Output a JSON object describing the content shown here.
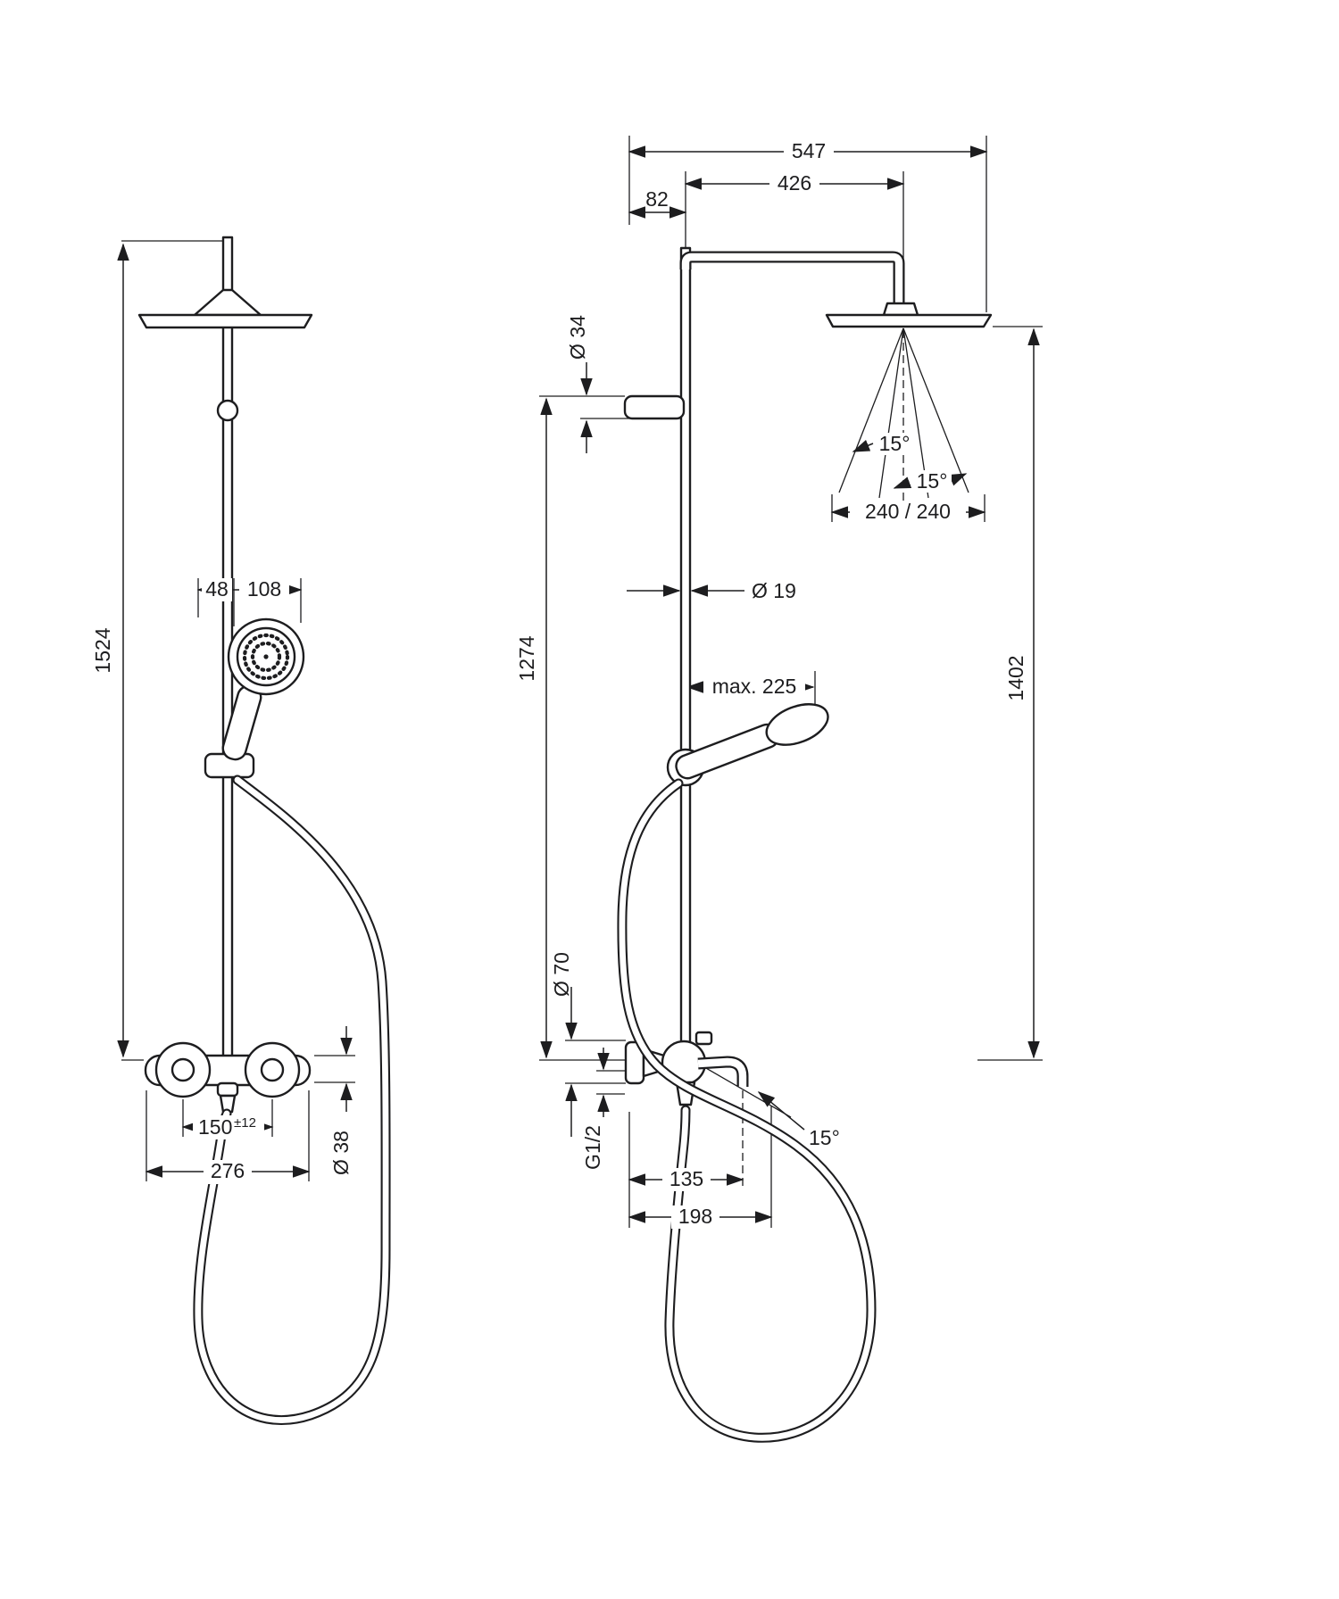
{
  "drawing": {
    "type": "shower-system-dimensional-drawing",
    "line_color": "#1d1d1f",
    "background": "#ffffff"
  },
  "front_view": {
    "total_height": "1524",
    "offset_48": "48",
    "width_108": "108",
    "handle_distance": "150",
    "tolerance": "±12",
    "valve_width": "276",
    "outlet_diameter": "Ø 38"
  },
  "side_view": {
    "depth_total": "547",
    "arm_reach": "426",
    "wall_offset": "82",
    "bracket_diameter": "Ø 34",
    "bar_height": "1274",
    "pipe_diameter": "Ø 19",
    "max_reach": "max. 225",
    "head_height": "1402",
    "head_size": "240 / 240",
    "spray_angle_left": "15°",
    "spray_angle_right": "15°",
    "rosette_diameter": "Ø 70",
    "thread": "G1/2",
    "spout_reach": "135",
    "spout_total": "198",
    "spout_angle": "15°"
  }
}
